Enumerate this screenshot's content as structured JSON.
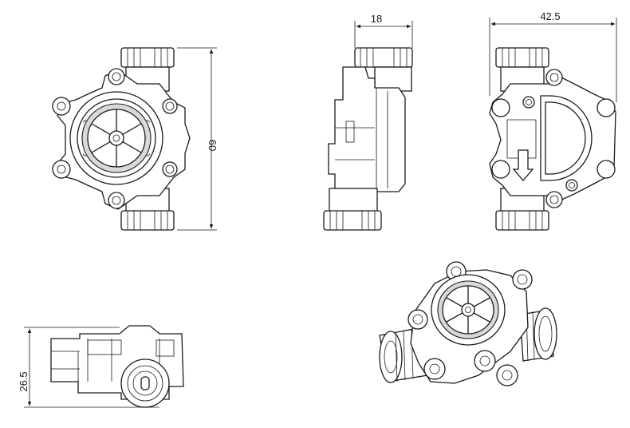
{
  "dimensions": {
    "height": "60",
    "thickness": "18",
    "width": "42.5",
    "side_height": "26.5"
  }
}
